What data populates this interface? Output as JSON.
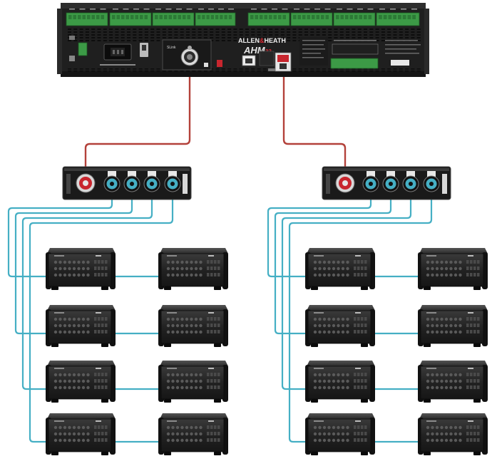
{
  "rack_unit": {
    "brand": "ALLEN&HEATH",
    "brand_first": "ALLEN",
    "brand_amp": "&",
    "brand_last": "HEATH",
    "model": "AHM",
    "model_suffix": "32",
    "port_label": "SLink"
  },
  "colors": {
    "slink_cable": "#b3413a",
    "output_cable": "#45afc4",
    "chassis": "#262626",
    "terminal_green": "#3c9a46",
    "red_connector": "#c8262e"
  },
  "hubs": [
    {
      "side": "left",
      "outputs": 4
    },
    {
      "side": "right",
      "outputs": 4
    }
  ],
  "stagebox_count_per_hub": 8
}
